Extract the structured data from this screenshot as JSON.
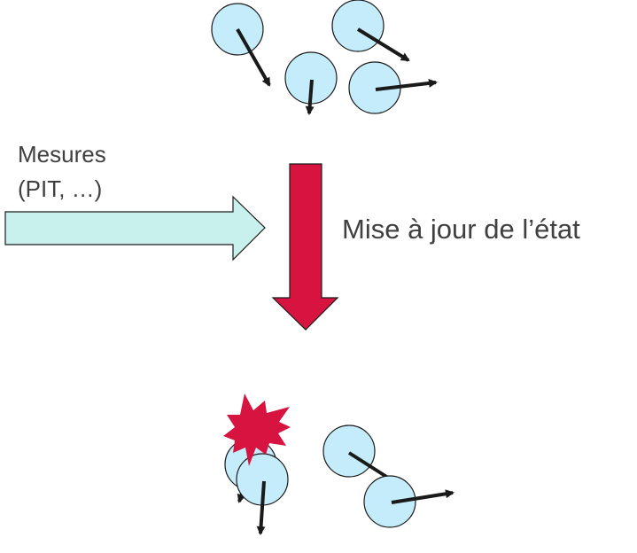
{
  "diagram": {
    "measures_line1": "Mesures",
    "measures_line2": "(PIT, …)",
    "update_label": "Mise à jour de l’état"
  },
  "colors": {
    "particle_fill": "#c5ecfa",
    "particle_stroke": "#1a1a1a",
    "velocity_arrow": "#1a1a1a",
    "measurement_arrow_fill": "#c8f0ec",
    "update_arrow_fill": "#d6143f",
    "collision_burst": "#d6143f",
    "text": "#404040"
  },
  "icons": {
    "collision": "collision-burst-icon"
  }
}
